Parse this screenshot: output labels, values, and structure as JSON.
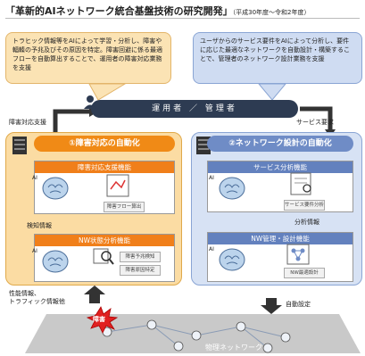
{
  "title": {
    "main": "「革新的AIネットワーク統合基盤技術の研究開発」",
    "period": "（平成30年度〜令和2年度）"
  },
  "callouts": {
    "left": "トラヒック情報等をAIによって学習・分析し、障害や輻輳の予兆及びその原因を特定。障害回避に係る最適フローを自動算出することで、運用者の障害対応業務を支援",
    "right": "ユーザからのサービス要件をAIによって分析し、要件に応じた最適なネットワークを自動設計・構築することで、管理者のネットワーク設計業務を支援"
  },
  "users_bar": "運用者 ／ 管理者",
  "labels": {
    "fault_support": "障害対応支援",
    "service_request": "サービス要求",
    "detection_info": "検知情報",
    "analysis_info": "分析情報",
    "auto_setting": "自動設定",
    "perf_info": "性能情報、\nトラフィック情報他",
    "fault": "障害",
    "physical_network": "物理ネットワーク",
    "ai": "AI"
  },
  "left_panel": {
    "ribbon": "①障害対応の自動化",
    "box1_title": "障害対応支援機能",
    "box1_chip": "障害フロー算出",
    "box2_title": "NW状態分析機能",
    "box2_chip1": "障害予兆検知",
    "box2_chip2": "障害原因特定"
  },
  "right_panel": {
    "ribbon": "②ネットワーク設計の自動化",
    "box1_title": "サービス分析機能",
    "box1_chip": "サービス要件分析",
    "box2_title": "NW管理・設計機能",
    "box2_chip": "NW最適設計"
  },
  "colors": {
    "orange": "#f08a16",
    "blue": "#6f8cc6",
    "navy": "#2d3b52"
  }
}
